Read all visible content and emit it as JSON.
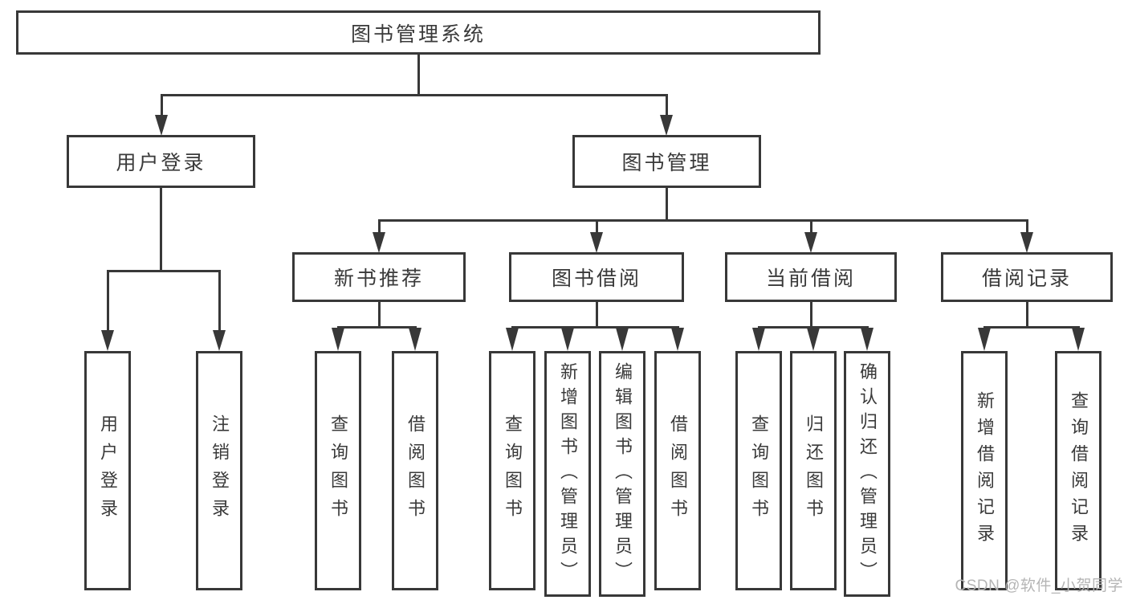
{
  "diagram": {
    "root": {
      "label": "图书管理系统"
    },
    "level2": [
      {
        "label": "用户登录"
      },
      {
        "label": "图书管理"
      }
    ],
    "level3": [
      {
        "label": "新书推荐"
      },
      {
        "label": "图书借阅"
      },
      {
        "label": "当前借阅"
      },
      {
        "label": "借阅记录"
      }
    ],
    "leaves": {
      "user_login": [
        "用户登录",
        "注销登录"
      ],
      "new_books": [
        "查询图书",
        "借阅图书"
      ],
      "book_borrow": [
        "查询图书",
        "新增图书（管理员）",
        "编辑图书（管理员）",
        "借阅图书"
      ],
      "current_borrow": [
        "查询图书",
        "归还图书",
        "确认归还（管理员）"
      ],
      "borrow_records": [
        "新增借阅记录",
        "查询借阅记录"
      ]
    }
  },
  "watermark": "CSDN @软件_小贺同学",
  "colors": {
    "line": "#383838",
    "text": "#3a3a3a",
    "watermark": "#b5b5b5",
    "background": "#ffffff"
  }
}
